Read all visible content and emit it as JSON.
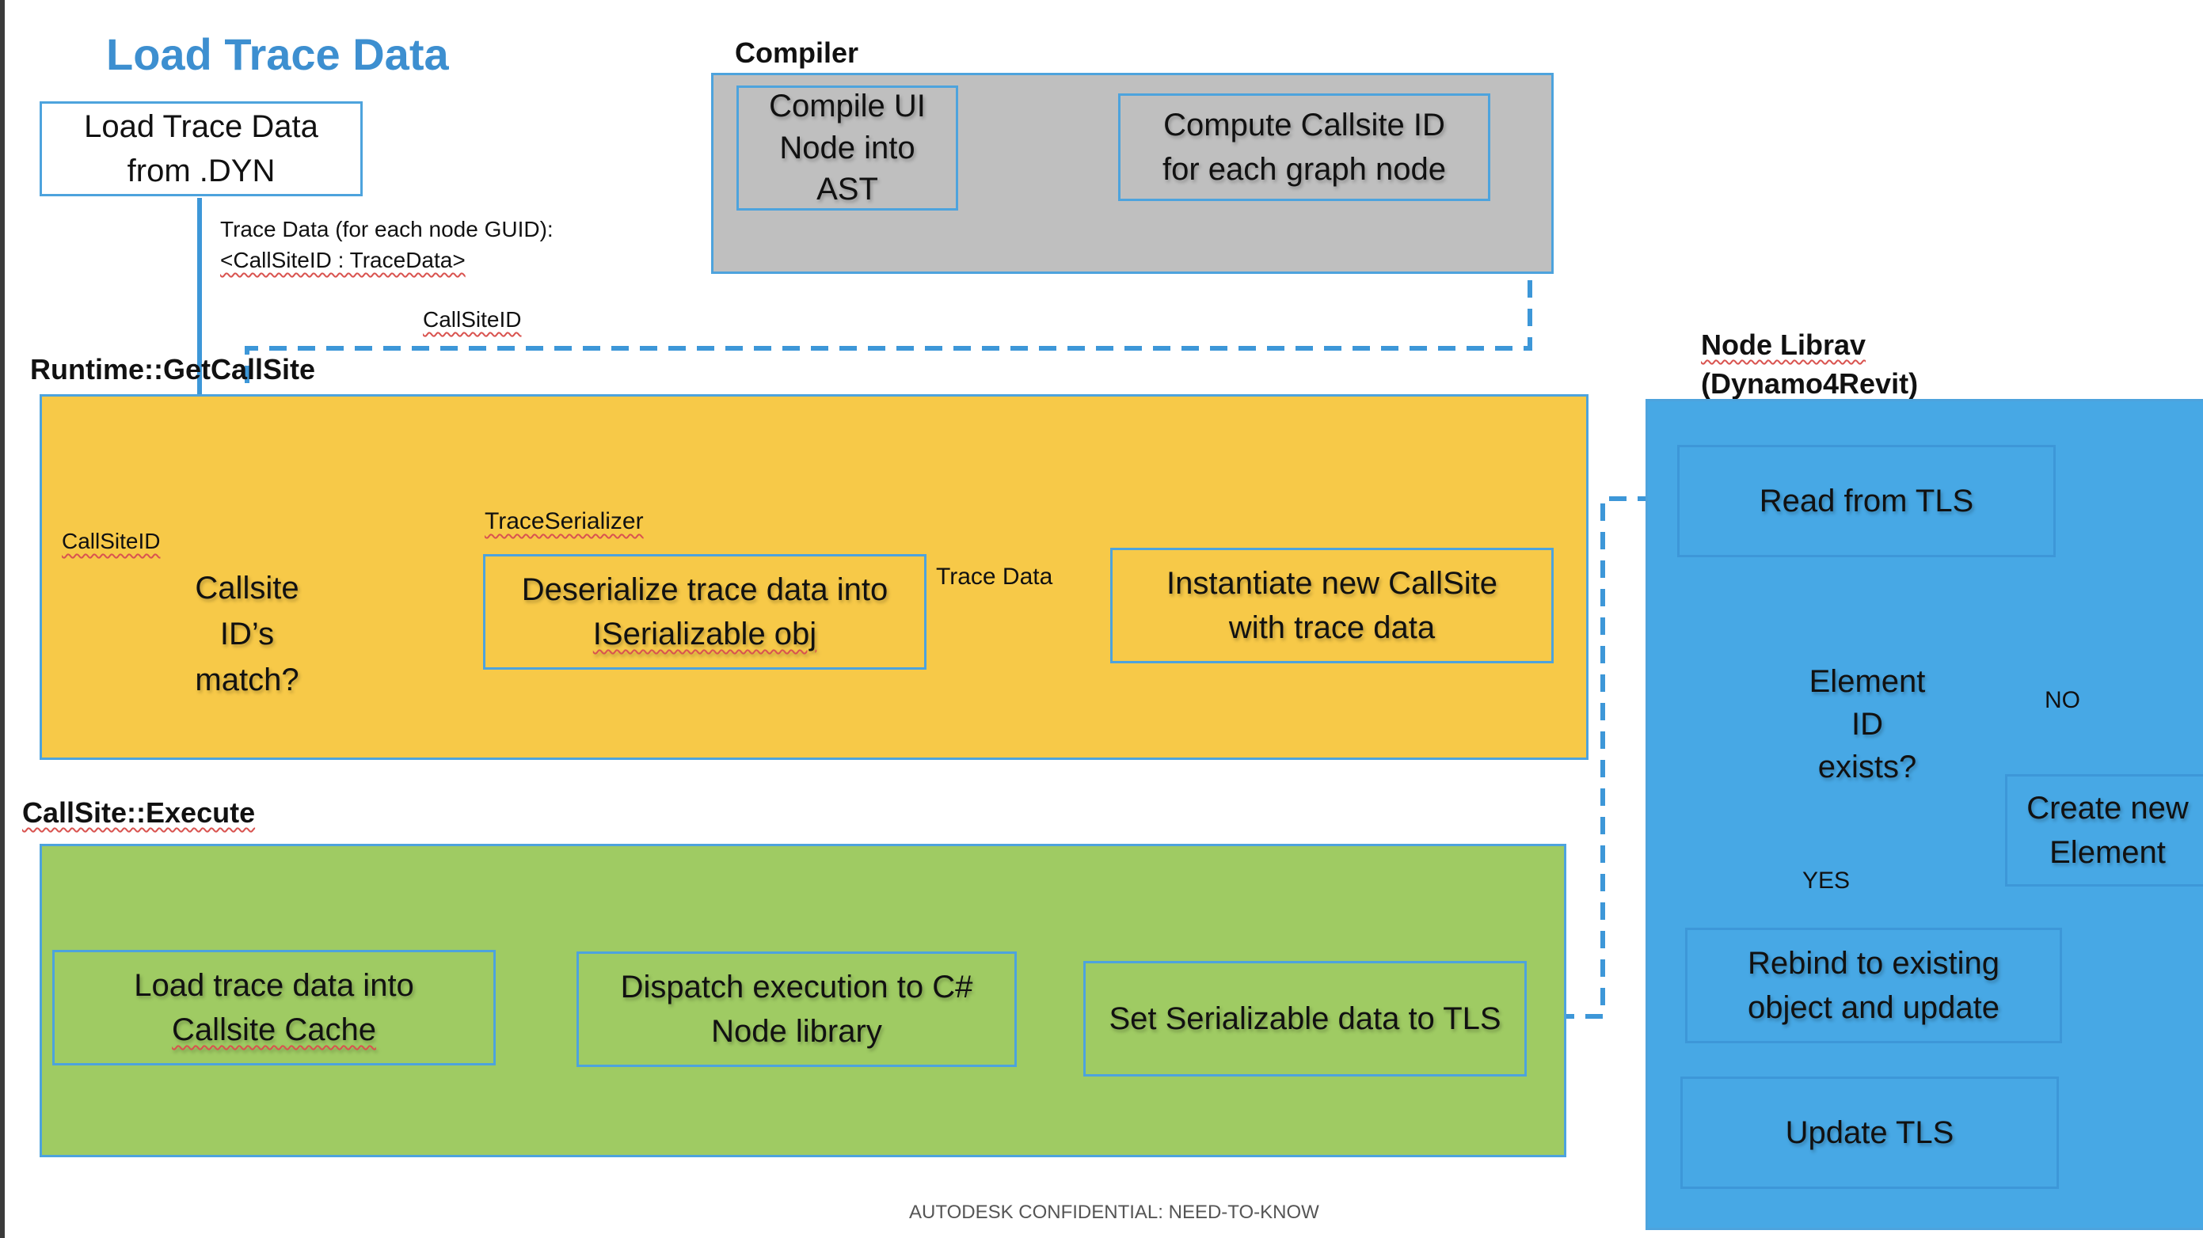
{
  "title": "Load Trace Data",
  "load_box": {
    "line1": "Load Trace Data",
    "line2": "from .DYN"
  },
  "trace_note": {
    "line1": "Trace Data (for each node GUID):",
    "line2": "<CallSiteID : TraceData>"
  },
  "callsiteid_top": "CallSiteID",
  "compiler": {
    "label": "Compiler",
    "compile_box": {
      "line1": "Compile UI",
      "line2": "Node into",
      "line3": "AST"
    },
    "compute_box": {
      "line1": "Compute Callsite ID",
      "line2": "for each graph node"
    }
  },
  "runtime": {
    "label": "Runtime::GetCallSite",
    "callsiteid_label": "CallSiteID",
    "diamond": {
      "line1": "Callsite",
      "line2": "ID’s",
      "line3": "match?"
    },
    "serializer_label": "TraceSerializer",
    "deserialize_box": {
      "line1": "Deserialize trace data into",
      "line2": "ISerializable obj"
    },
    "trace_data_label": "Trace Data",
    "instantiate_box": {
      "line1": "Instantiate new CallSite",
      "line2": "with trace data"
    }
  },
  "execute": {
    "label": "CallSite::Execute",
    "load_cache_box": {
      "line1": "Load trace data into",
      "line2": "Callsite Cache"
    },
    "dispatch_box": {
      "line1": "Dispatch execution to C#",
      "line2": "Node library"
    },
    "set_tls_box": {
      "line1": "Set Serializable data to TLS"
    }
  },
  "node_library": {
    "label_line1": "Node Librav",
    "label_line2": "(Dynamo4Revit)",
    "read_box": "Read from TLS",
    "diamond": {
      "line1": "Element",
      "line2": "ID",
      "line3": "exists?"
    },
    "no_label": "NO",
    "yes_label": "YES",
    "create_box": {
      "line1": "Create new",
      "line2": "Element"
    },
    "rebind_box": {
      "line1": "Rebind to existing",
      "line2": "object and update"
    },
    "update_box": "Update TLS"
  },
  "footer": "AUTODESK CONFIDENTIAL: NEED-TO-KNOW",
  "colors": {
    "title_blue": "#3d8fd0",
    "compiler_gray": "#bfbfbf",
    "runtime_yellow": "#f7c948",
    "execute_green": "#9fcb63",
    "library_blue": "#47a8e5",
    "border_blue": "#4da3dd",
    "arrow_blue": "#3d97d8"
  }
}
